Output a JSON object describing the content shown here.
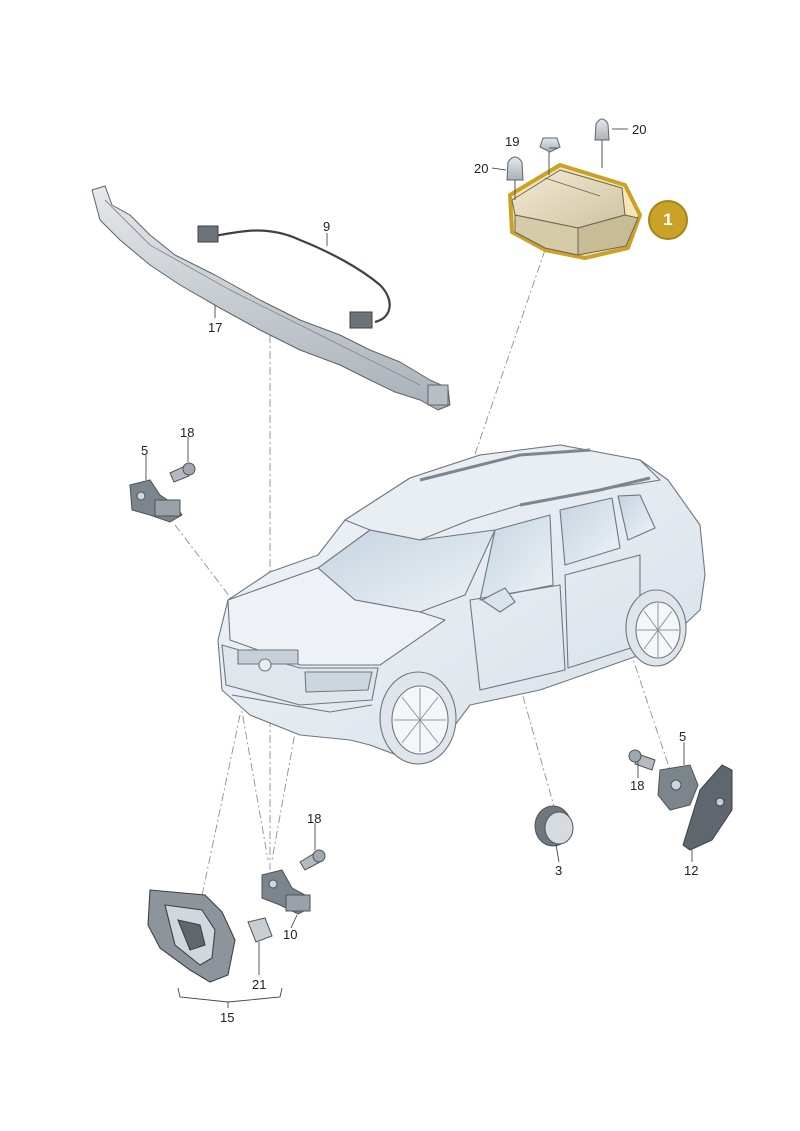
{
  "highlight_color": "#c9a227",
  "parts": [
    {
      "id": "p1",
      "label": "1",
      "icon": "airbag-control-unit-icon",
      "highlighted": true
    },
    {
      "id": "p3",
      "label": "3",
      "icon": "pressure-sensor-icon"
    },
    {
      "id": "p5a",
      "label": "5",
      "icon": "crash-sensor-icon"
    },
    {
      "id": "p5b",
      "label": "5",
      "icon": "crash-sensor-icon"
    },
    {
      "id": "p9",
      "label": "9",
      "icon": "wiring-harness-icon"
    },
    {
      "id": "p10",
      "label": "10",
      "icon": "crash-sensor-icon"
    },
    {
      "id": "p12",
      "label": "12",
      "icon": "bracket-icon"
    },
    {
      "id": "p15",
      "label": "15",
      "icon": "bracket-icon"
    },
    {
      "id": "p17",
      "label": "17",
      "icon": "cross-member-icon"
    },
    {
      "id": "p18a",
      "label": "18",
      "icon": "bolt-icon"
    },
    {
      "id": "p18b",
      "label": "18",
      "icon": "bolt-icon"
    },
    {
      "id": "p18c",
      "label": "18",
      "icon": "bolt-icon"
    },
    {
      "id": "p19",
      "label": "19",
      "icon": "nut-icon"
    },
    {
      "id": "p20a",
      "label": "20",
      "icon": "nut-icon"
    },
    {
      "id": "p20b",
      "label": "20",
      "icon": "nut-icon"
    },
    {
      "id": "p21",
      "label": "21",
      "icon": "clip-nut-icon"
    }
  ]
}
